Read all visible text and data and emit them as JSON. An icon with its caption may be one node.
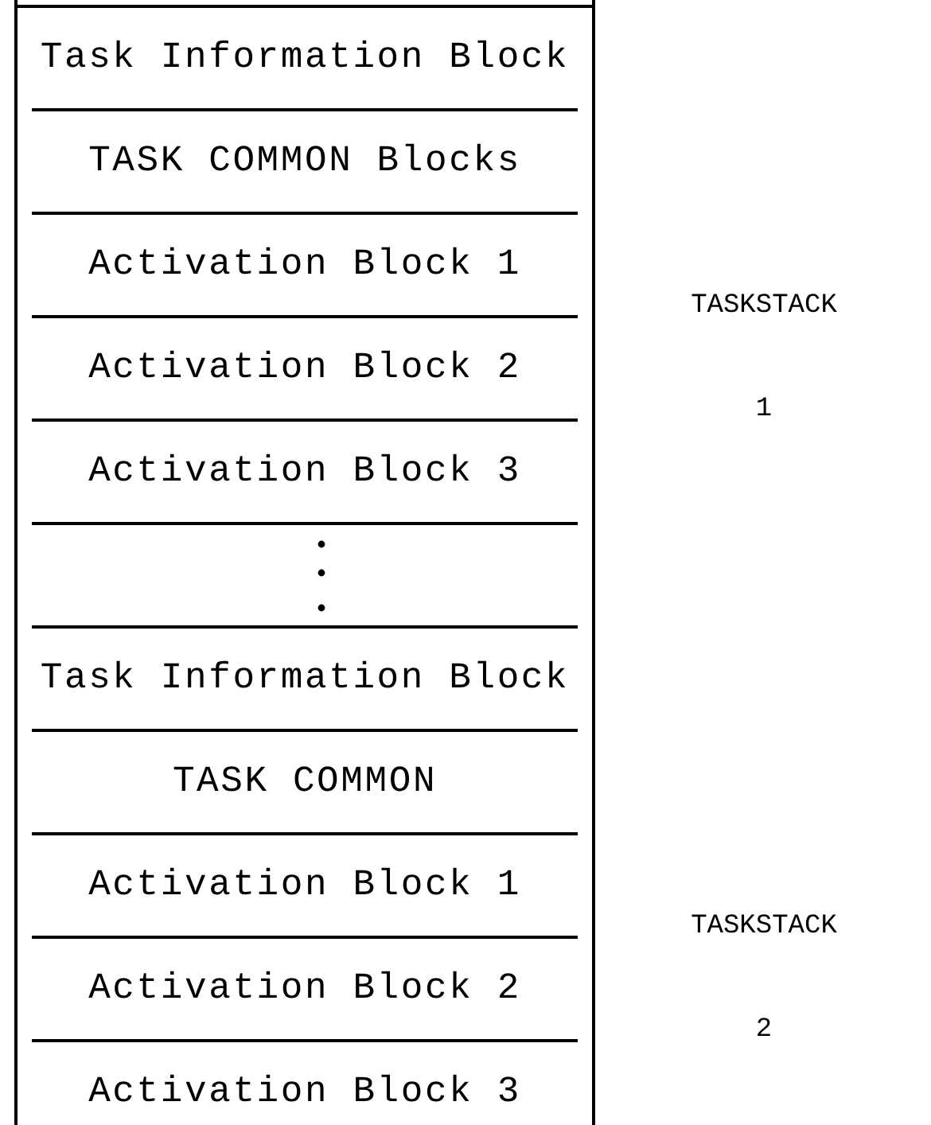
{
  "diagram": {
    "nodes": [
      {
        "text": [
          "Task Information Block"
        ]
      },
      {
        "text": [
          "TASK COMMON Blocks"
        ]
      },
      {
        "text": [
          "Activation Block 1"
        ]
      },
      {
        "text": [
          "Activation Block 2"
        ]
      },
      {
        "text": [
          "Activation Block 3"
        ]
      },
      {
        "text": [
          "Task Information Block"
        ]
      },
      {
        "text": [
          "TASK COMMON"
        ]
      },
      {
        "text": [
          "Activation Block 1"
        ]
      },
      {
        "text": [
          "Activation Block 2"
        ]
      },
      {
        "text": [
          "Activation Block 3"
        ]
      }
    ],
    "labels": [
      "TASKSTACK 1",
      "TASKSTACK 2"
    ]
  }
}
